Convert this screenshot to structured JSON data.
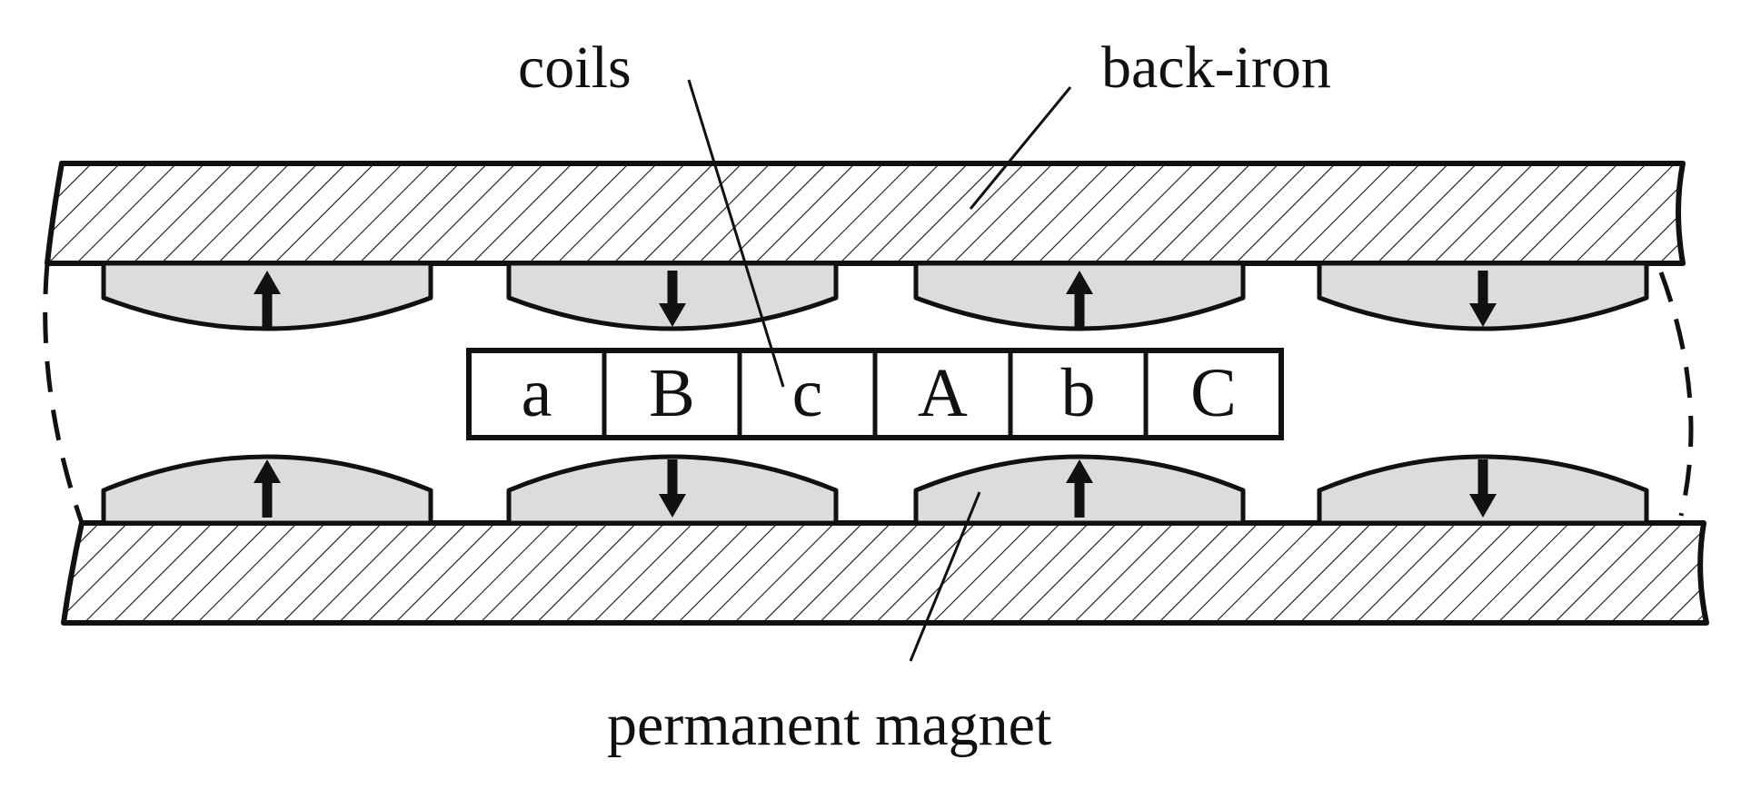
{
  "labels": {
    "coils": "coils",
    "back_iron": "back-iron",
    "permanent_magnet": "permanent magnet"
  },
  "coils": [
    "a",
    "B",
    "c",
    "A",
    "b",
    "C"
  ],
  "magnets": {
    "top_directions": [
      "up",
      "down",
      "up",
      "down"
    ],
    "bottom_directions": [
      "up",
      "down",
      "up",
      "down"
    ]
  },
  "colors": {
    "stroke": "#111111",
    "magnet_fill": "#dcdcdc",
    "background": "#ffffff"
  }
}
